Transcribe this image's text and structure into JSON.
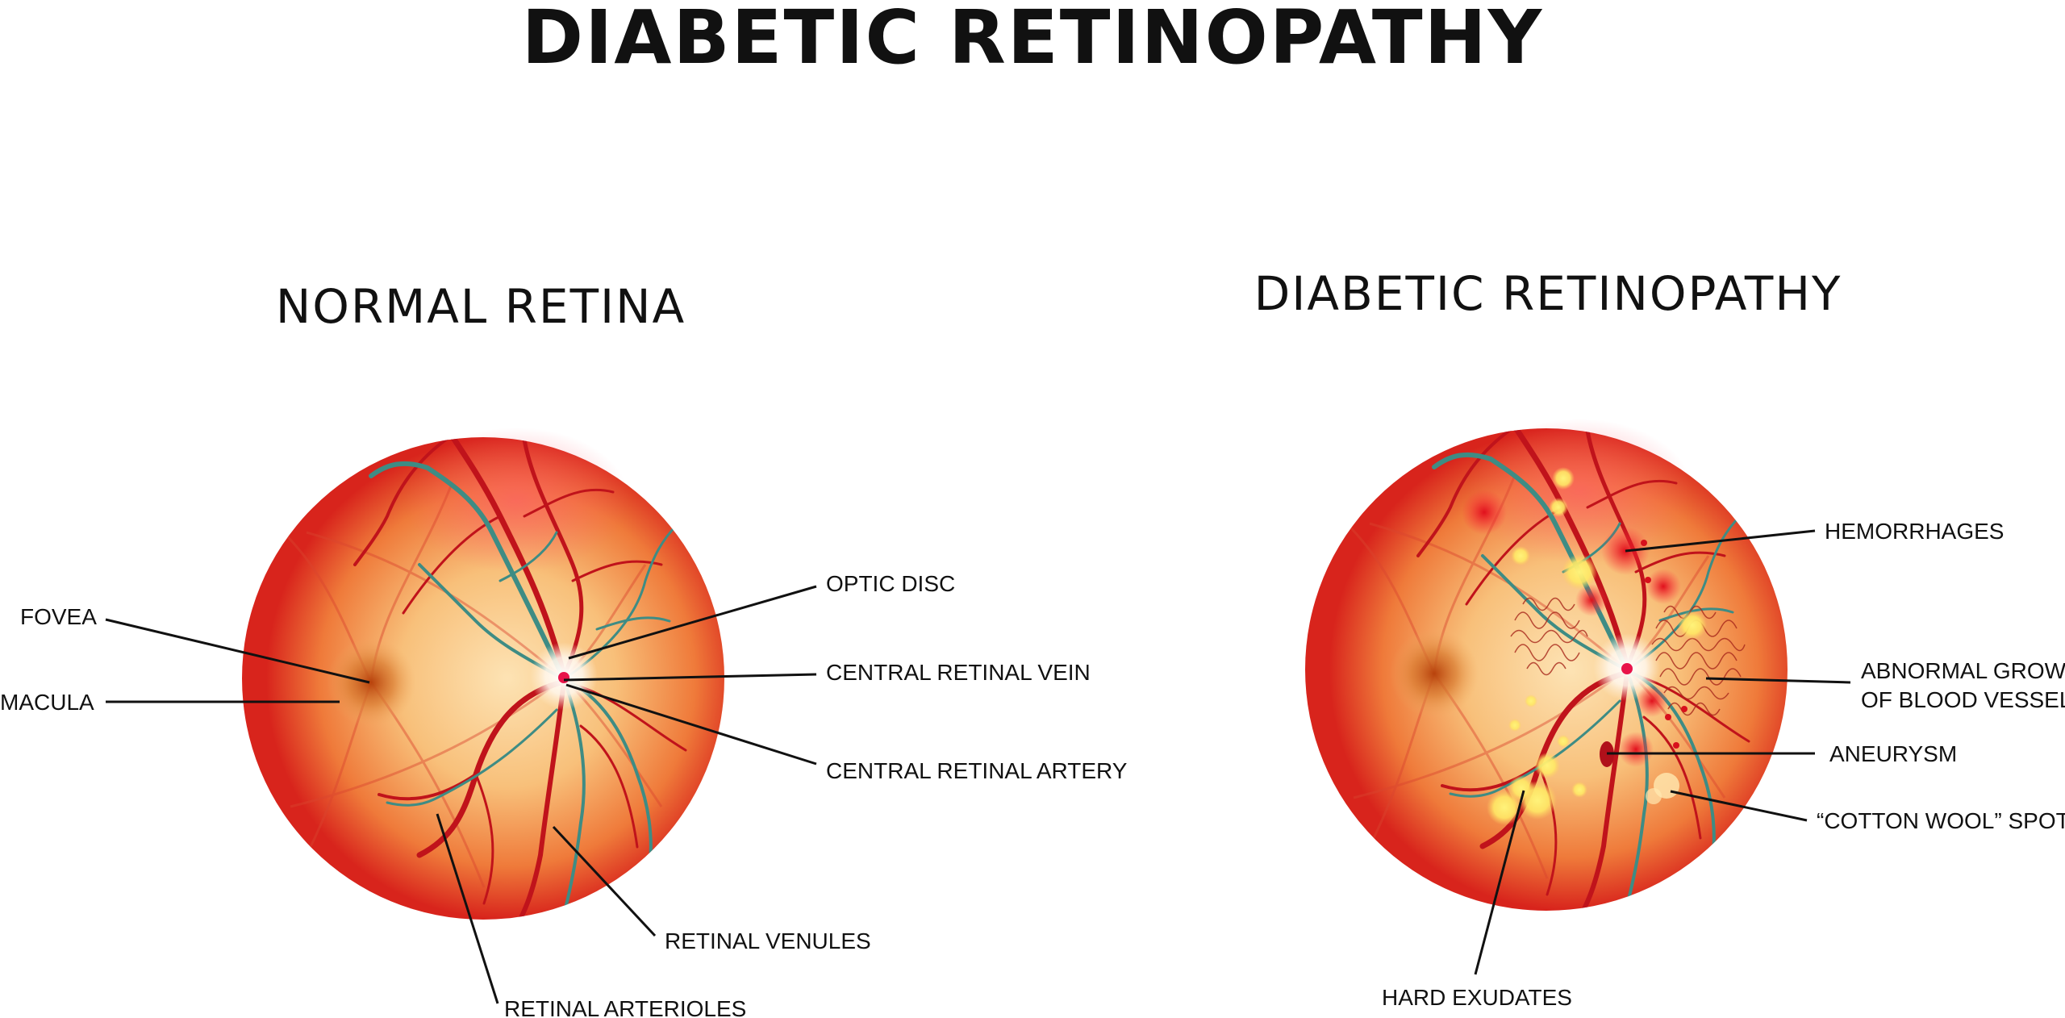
{
  "title": "DIABETIC RETINOPATHY",
  "panels": {
    "normal": {
      "heading": "NORMAL RETINA",
      "labels": {
        "fovea": "FOVEA",
        "macula": "MACULA",
        "optic_disc": "OPTIC DISC",
        "central_retinal_vein": "CENTRAL RETINAL VEIN",
        "central_retinal_artery": "CENTRAL RETINAL ARTERY",
        "retinal_venules": "RETINAL VENULES",
        "retinal_arterioles": "RETINAL ARTERIOLES"
      }
    },
    "diabetic": {
      "heading": "DIABETIC RETINOPATHY",
      "labels": {
        "hemorrhages": "HEMORRHAGES",
        "abnormal_growth_line1": "ABNORMAL GROWTH",
        "abnormal_growth_line2": "OF BLOOD VESSELS",
        "aneurysm": "ANEURYSM",
        "cotton_wool": "“COTTON WOOL” SPOTS",
        "hard_exudates": "HARD EXUDATES"
      }
    }
  },
  "colors": {
    "retina_edge": "#d8241c",
    "retina_center": "#fbd9a0",
    "artery": "#c0131b",
    "vein": "#3e8c84",
    "exudate": "#ffe866"
  }
}
